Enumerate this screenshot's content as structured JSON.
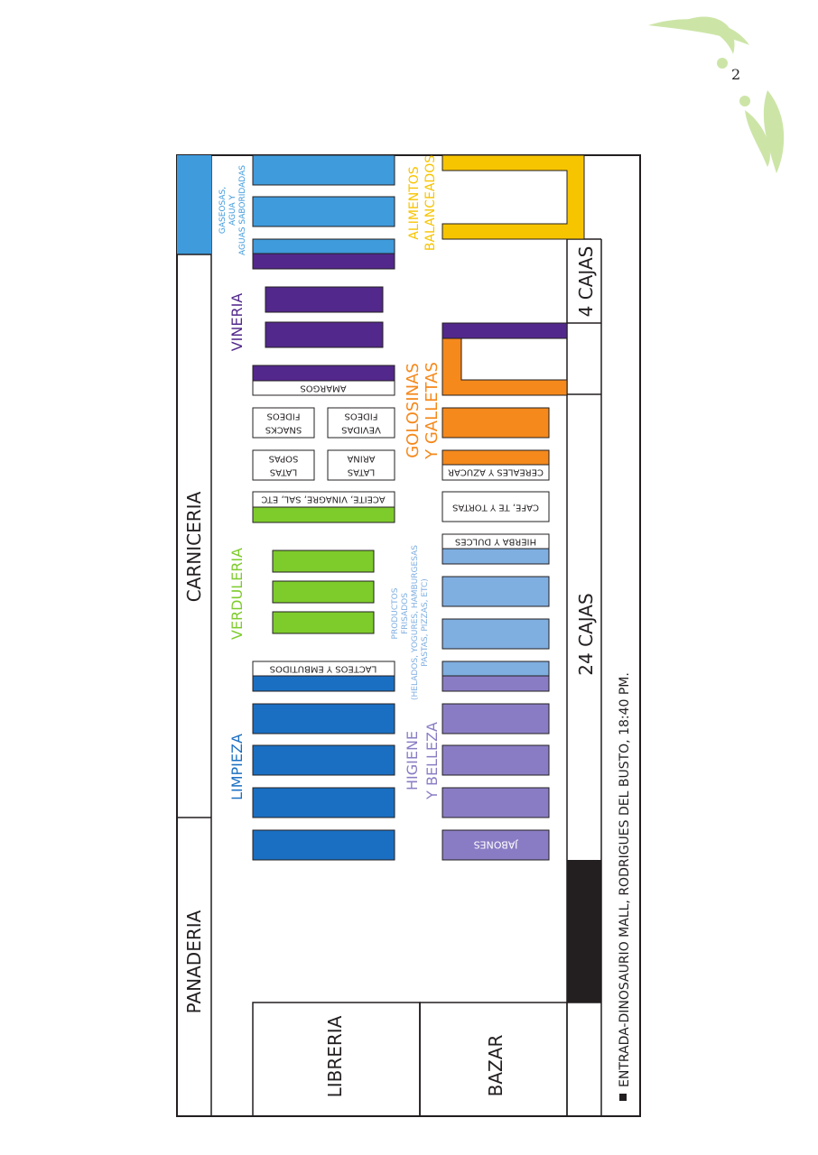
{
  "page": {
    "number": "2"
  },
  "colors": {
    "blue_limpieza": "#1a6fc2",
    "violet_higiene": "#8a7cc4",
    "light_blue_frozen": "#7faee0",
    "green_verduleria": "#7ecb2c",
    "purple_vineria": "#52288c",
    "orange_golosinas": "#f5891c",
    "yellow_alimentos": "#f7c400",
    "sky_bebidas": "#3f9bdc",
    "dark_block": "#231f20",
    "deco_leaf": "#cce5a7"
  },
  "sections": {
    "panaderia": "PANADERIA",
    "carniceria": "CARNICERIA",
    "libreria": "LIBRERIA",
    "bazar": "BAZAR",
    "limpieza": "LIMPIEZA",
    "verduleria": "VERDULERIA",
    "vineria": "VINERIA",
    "gaseosas": [
      "GASEOSAS,",
      "AGUA Y",
      "AGUAS SABORIDADAS"
    ],
    "higiene": [
      "HIGIENE",
      "Y BELLEZA"
    ],
    "productos": [
      "PRODUCTOS",
      "FRISADOS",
      "(HELADOS, YOGURES, HAMBURGESAS",
      "PASTAS, PIZZAS, ETC)"
    ],
    "golosinas": [
      "GOLOSINAS",
      "Y GALLETAS"
    ],
    "alimentos": [
      "ALIMENTOS",
      "BALANCEADOS"
    ]
  },
  "shelves": {
    "lacteos": "LACTEOS Y EMBUTIDOS",
    "aceite": "ACEITE, VINAGRE, SAL, ETC",
    "sopas": [
      "SOPAS",
      "LATAS"
    ],
    "fideos_snacks": [
      "FIDEOS",
      "SNACKS"
    ],
    "arina": [
      "ARINA",
      "LATAS"
    ],
    "fideos_vevidas": [
      "FIDEOS",
      "VEVIDAS"
    ],
    "amargos": "AMARGOS",
    "jabones": "JABONES",
    "hierba": "HIERBA Y DULCES",
    "cafe": "CAFE, TE Y TORTAS",
    "cereales": "CEREALES Y AZUCAR"
  },
  "checkouts": {
    "main": "24 CAJAS",
    "small": "4 CAJAS"
  },
  "entrance": "ENTRADA-DINOSAURIO MALL, RODRIGUES DEL BUSTO, 18:40 PM."
}
